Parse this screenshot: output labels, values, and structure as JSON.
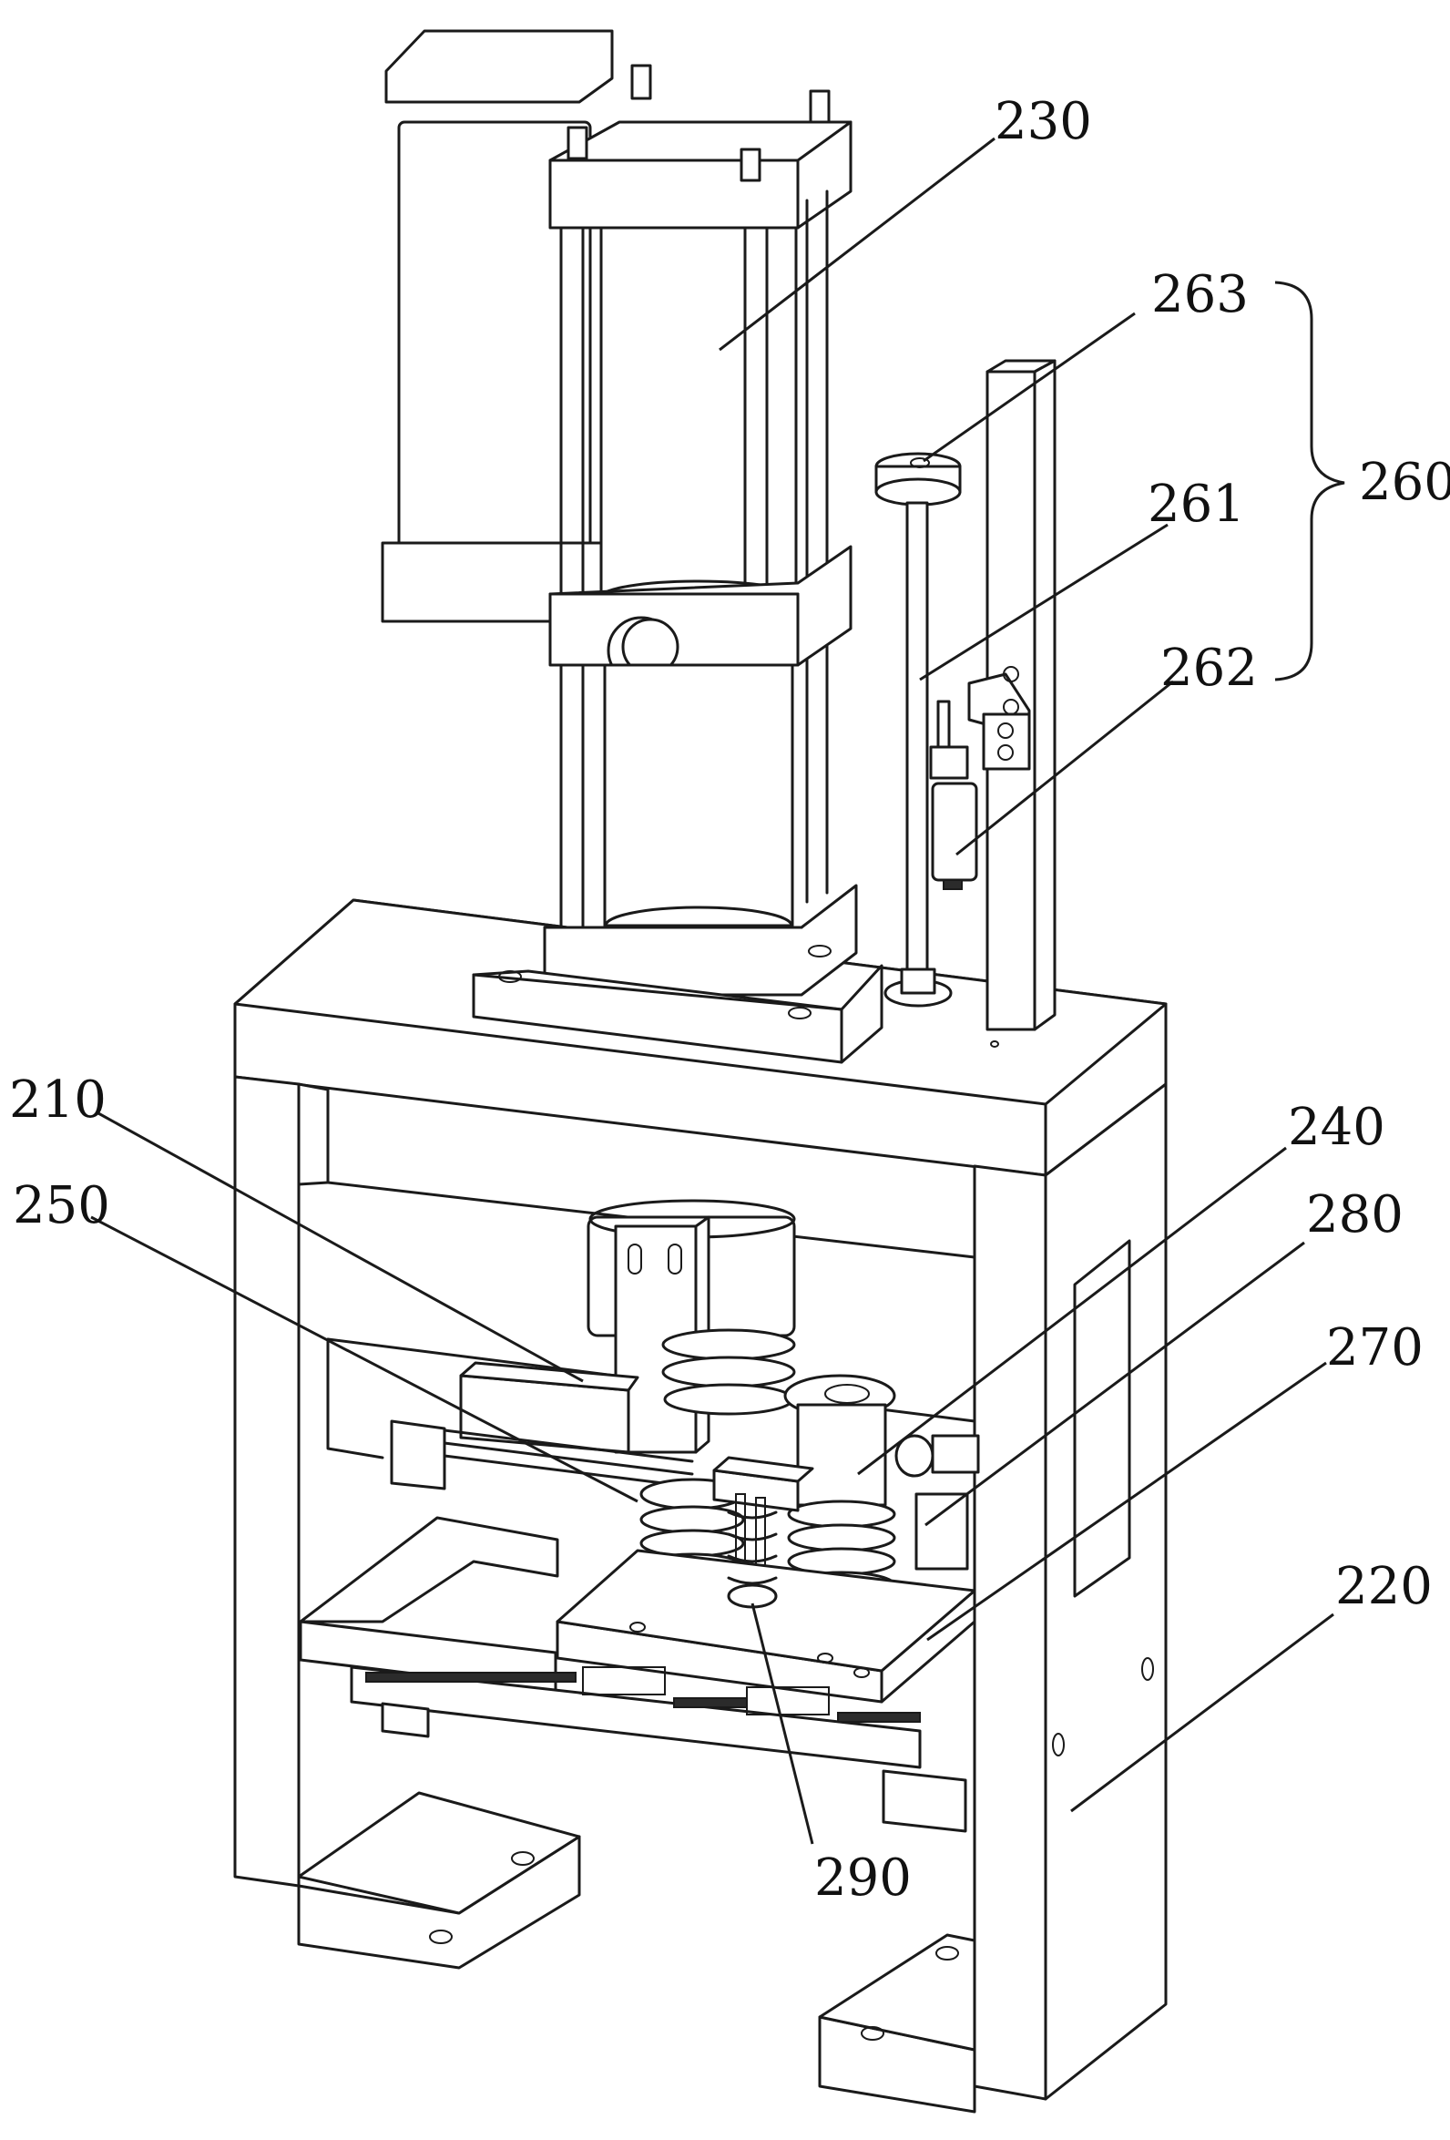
{
  "callouts": [
    {
      "id": "230",
      "text": "230"
    },
    {
      "id": "263",
      "text": "263"
    },
    {
      "id": "260",
      "text": "260"
    },
    {
      "id": "261",
      "text": "261"
    },
    {
      "id": "262",
      "text": "262"
    },
    {
      "id": "210",
      "text": "210"
    },
    {
      "id": "250",
      "text": "250"
    },
    {
      "id": "240",
      "text": "240"
    },
    {
      "id": "280",
      "text": "280"
    },
    {
      "id": "270",
      "text": "270"
    },
    {
      "id": "220",
      "text": "220"
    },
    {
      "id": "290",
      "text": "290"
    }
  ],
  "colors": {
    "line": "#1a1a1a",
    "background": "#ffffff"
  }
}
